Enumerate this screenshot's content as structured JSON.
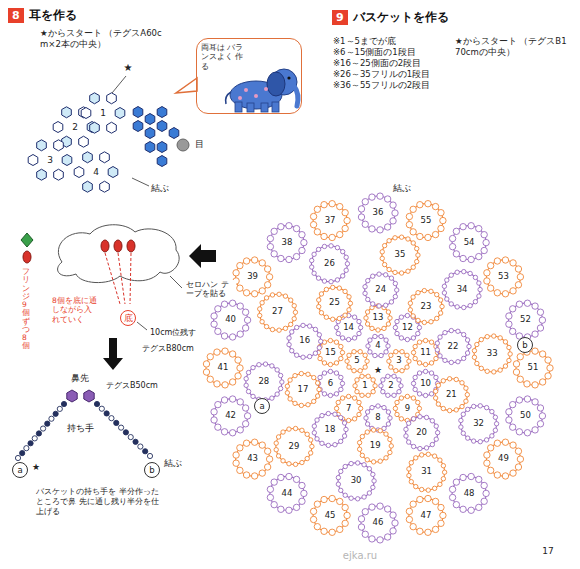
{
  "diagram": {
    "nodes": [
      {
        "text": [
          "8",
          "耳を作る"
        ]
      },
      {
        "text": [
          "両耳は バランスよく 作る"
        ]
      },
      {
        "text": [
          "底"
        ]
      },
      {
        "text": [
          "a"
        ]
      },
      {
        "text": [
          "b"
        ]
      },
      {
        "text": [
          "9",
          "バスケットを作る"
        ]
      },
      {
        "text": [
          "a"
        ]
      },
      {
        "text": [
          "b"
        ]
      }
    ],
    "labels": [
      "★からスタート （テグスA60cm×2本の中央）",
      "★",
      "2",
      "1",
      "3",
      "4",
      "目",
      "結ぶ",
      "フリンジ 9個ずつ8個",
      "8個を底に通しながら入れていく",
      "セロハン テープを貼る",
      "10cm位残す",
      "テグスB80cm",
      "鼻先",
      "テグスB50cm",
      "持ち手",
      "★",
      "結ぶ",
      "バスケットの持ち手を 半分作ったところで鼻 先に通し残り半分を仕上げる",
      "※1～5までが底",
      "※6～15側面の1段目",
      "※16～25側面の2段目",
      "※26～35フリルの1段目",
      "※36～55フリルの2段目",
      "★からスタート （テグスB170cmの中央）",
      "結ぶ",
      "★",
      "1",
      "2",
      "3",
      "4",
      "5",
      "6",
      "7",
      "8",
      "9",
      "10",
      "11",
      "12",
      "13",
      "14",
      "15",
      "16",
      "17",
      "18",
      "19",
      "20",
      "21",
      "22",
      "23",
      "24",
      "25",
      "26",
      "27",
      "28",
      "29",
      "30",
      "31",
      "32",
      "33",
      "34",
      "35",
      "36",
      "37",
      "38",
      "39",
      "40",
      "41",
      "42",
      "43",
      "44",
      "45",
      "46",
      "47",
      "48",
      "49",
      "50",
      "51",
      "52",
      "53",
      "54",
      "55",
      "17",
      "ejka.ru"
    ]
  }
}
